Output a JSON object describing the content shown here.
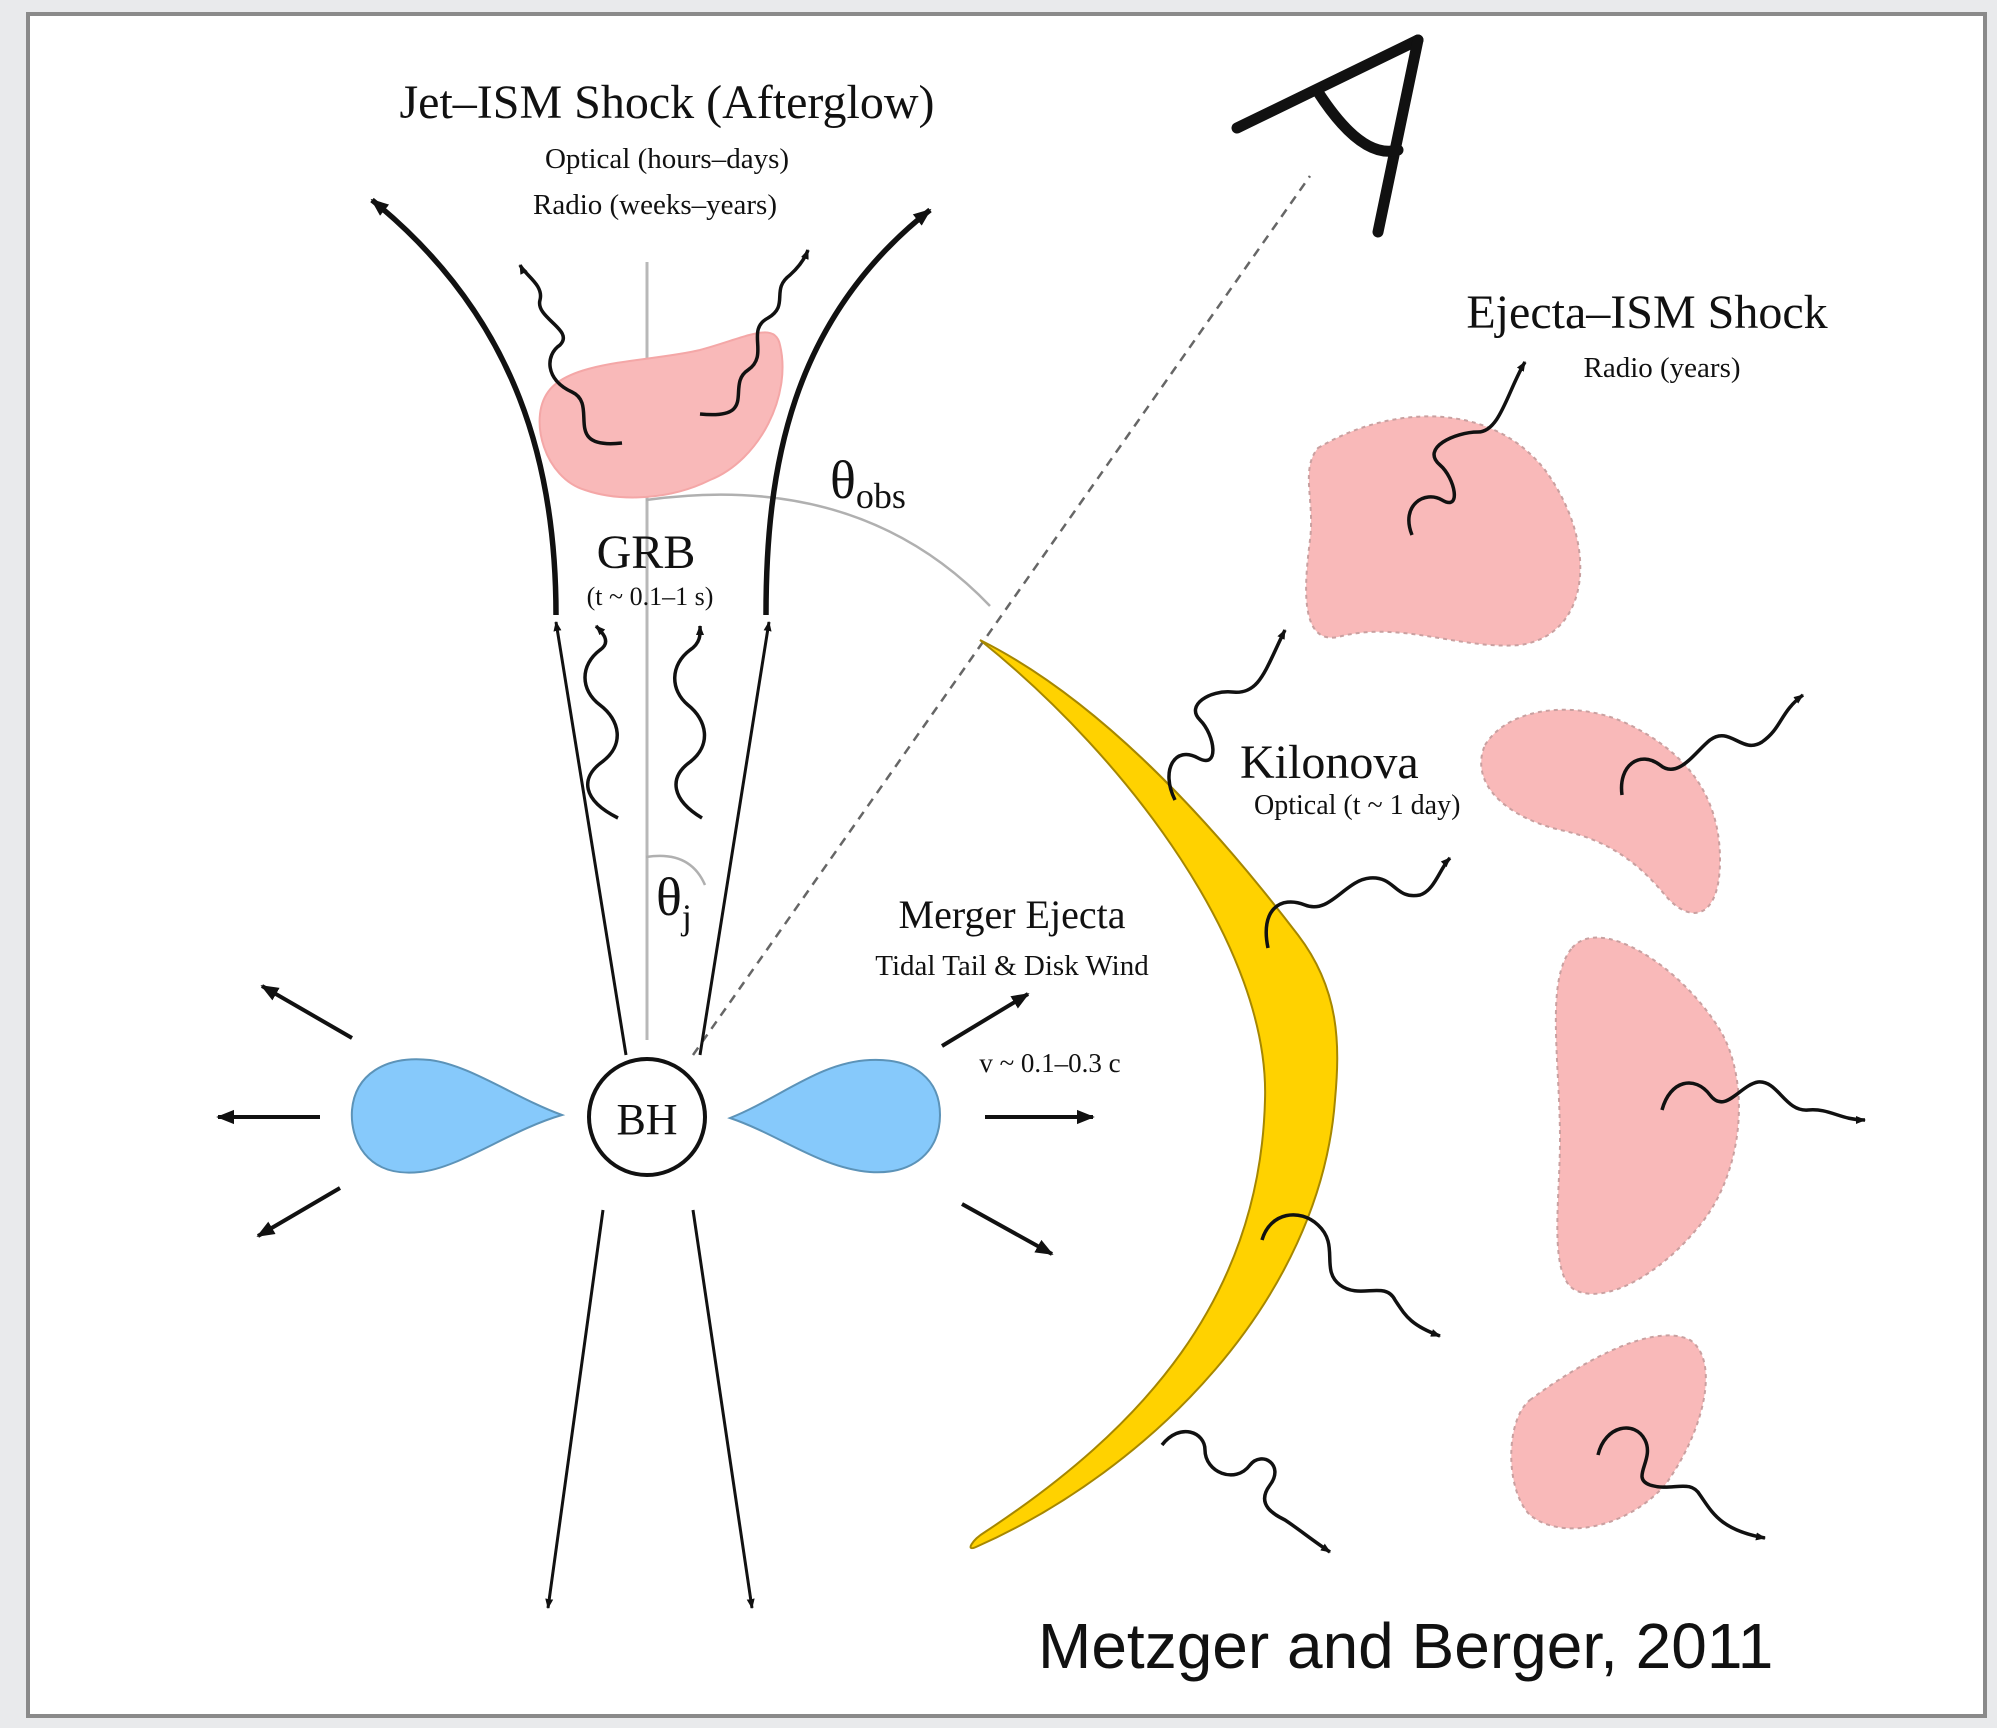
{
  "figure": {
    "colors": {
      "background": "#e9eaec",
      "panel": "#ffffff",
      "panel_border": "#8a8a8a",
      "shock_fill": "#f9b9b9",
      "disk_fill": "#86c9fb",
      "kilonova_fill": "#ffd200",
      "ink": "#111111"
    },
    "labels": {
      "afterglow_title": "Jet–ISM Shock (Afterglow)",
      "afterglow_optical": "Optical (hours–days)",
      "afterglow_radio": "Radio (weeks–years)",
      "ejecta_shock_title": "Ejecta–ISM Shock",
      "ejecta_shock_radio": "Radio (years)",
      "theta_obs_symbol": "θ",
      "theta_obs_sub": "obs",
      "grb_title": "GRB",
      "grb_time": "(t ~ 0.1–1 s)",
      "kilonova_title": "Kilonova",
      "kilonova_time": "Optical (t ~ 1 day)",
      "theta_j_symbol": "θ",
      "theta_j_sub": "j",
      "merger_ejecta_title": "Merger Ejecta",
      "merger_ejecta_sub": "Tidal Tail & Disk Wind",
      "ejecta_velocity": "v ~ 0.1–0.3 c",
      "bh_label": "BH",
      "citation": "Metzger and Berger, 2011"
    }
  }
}
